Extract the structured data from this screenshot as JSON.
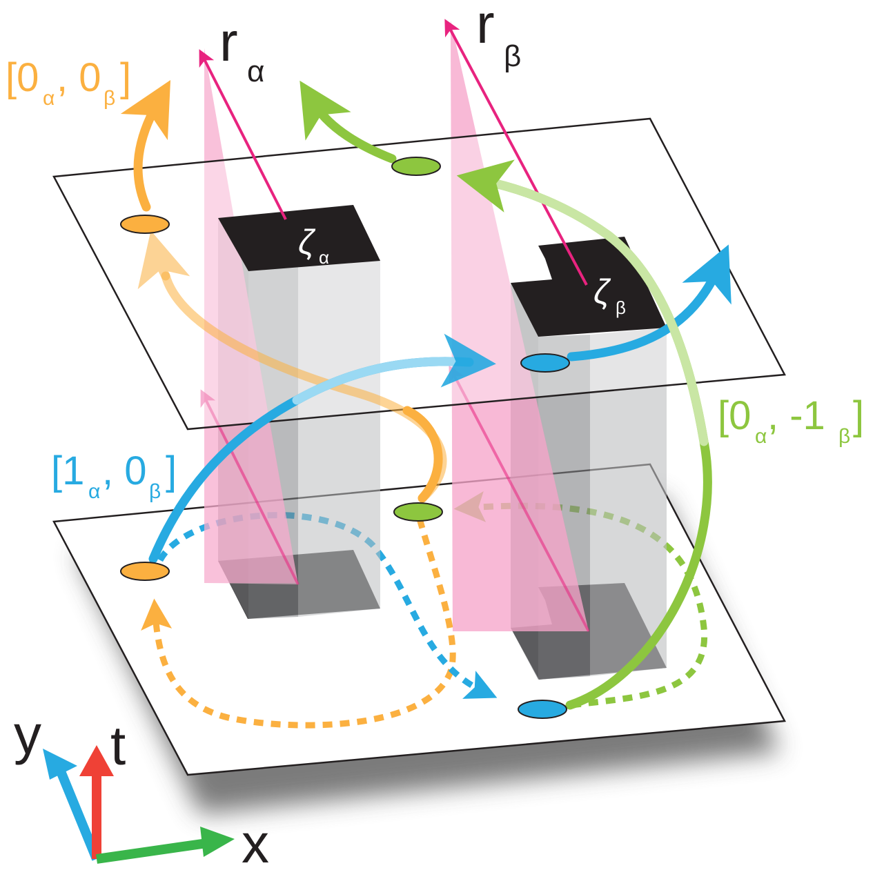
{
  "labels": {
    "r_alpha": {
      "main": "r",
      "sub": "α"
    },
    "r_beta": {
      "main": "r",
      "sub": "β"
    },
    "zeta_alpha": {
      "main": "ζ",
      "sub": "α"
    },
    "zeta_beta": {
      "main": "ζ",
      "sub": "β"
    },
    "orange_winding": {
      "open": "[0",
      "sub1": "α",
      "mid": ", 0",
      "sub2": "β",
      "close": "]"
    },
    "green_winding": {
      "open": "[0",
      "sub1": "α",
      "mid": ", -1",
      "sub2": "β",
      "close": "]"
    },
    "blue_winding": {
      "open": "[1",
      "sub1": "α",
      "mid": ", 0",
      "sub2": "β",
      "close": "]"
    }
  },
  "axes": {
    "y": "y",
    "t": "t",
    "x": "x"
  },
  "colors": {
    "orange": "#FBB040",
    "green": "#8DC63F",
    "blue": "#27AAE1",
    "pink": "#F06EAA",
    "magenta": "#E8237F",
    "defect_top": "#231F20",
    "axis_red": "#EF4136",
    "axis_green": "#39B54A",
    "axis_blue": "#27AAE1"
  }
}
